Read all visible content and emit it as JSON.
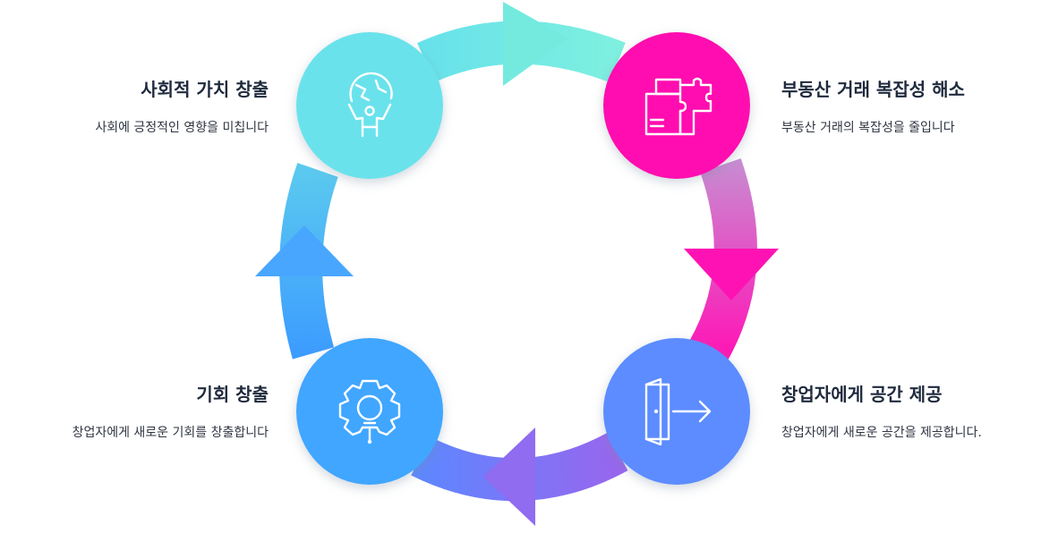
{
  "nodes": [
    {
      "id": "social-value",
      "title": "사회적 가치 창출",
      "description": "사회에 긍정적인 영향을 미칩니다",
      "icon": "globe-person-icon",
      "color": "#6ee3ec"
    },
    {
      "id": "real-estate",
      "title": "부동산 거래 복잡성 해소",
      "description": "부동산 거래의 복잡성을 줄입니다",
      "icon": "puzzle-document-icon",
      "color": "#ff11b1"
    },
    {
      "id": "space",
      "title": "창업자에게 공간 제공",
      "description": "창업자에게 새로운 공간을 제공합니다.",
      "icon": "door-exit-icon",
      "color": "#5b8bff"
    },
    {
      "id": "opportunity",
      "title": "기회 창출",
      "description": "창업자에게 새로운 기회를 창출합니다",
      "icon": "lightbulb-gear-icon",
      "color": "#3fa4ff"
    }
  ],
  "flow_direction": "clockwise"
}
